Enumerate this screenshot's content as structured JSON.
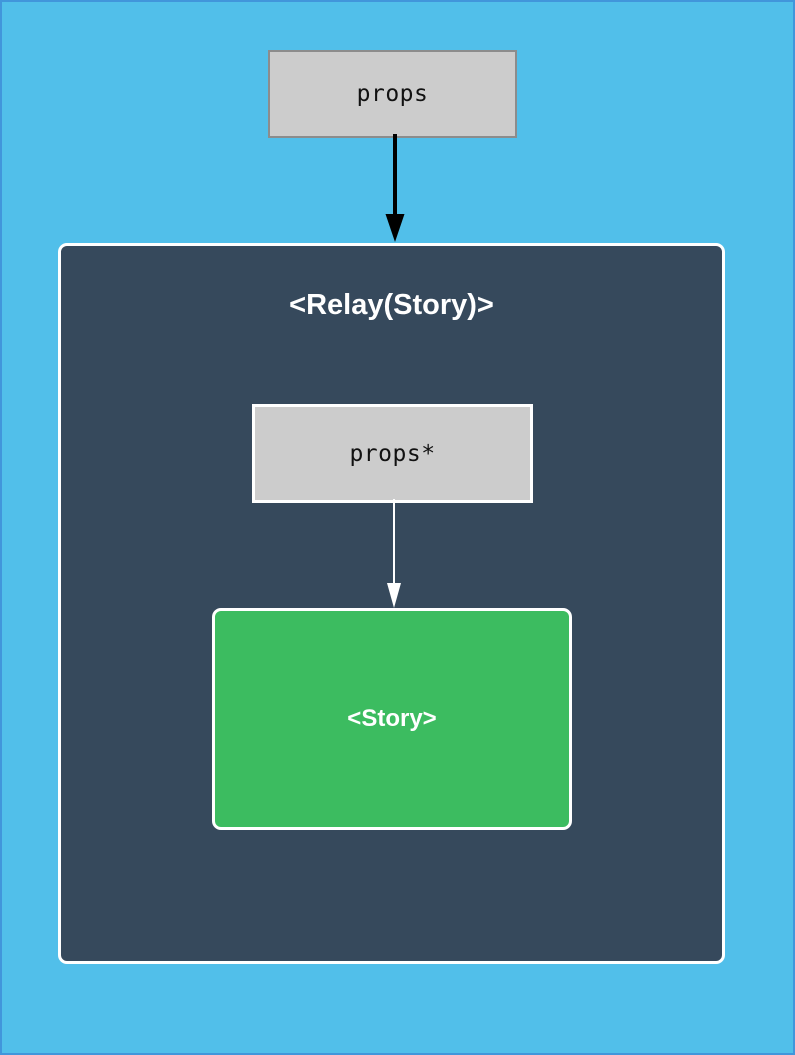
{
  "diagram": {
    "title": "Relay component composition diagram",
    "background_color": "#51bfea",
    "border_color": "#4196db"
  },
  "nodes": {
    "outer_props": {
      "label": "props",
      "kind": "data-box",
      "fill_color": "#cccccc",
      "border_color": "#8c8c8c"
    },
    "relay_container": {
      "label": "<Relay(Story)>",
      "kind": "container",
      "fill_color": "#36495c",
      "border_color": "#ffffff"
    },
    "inner_props": {
      "label": "props*",
      "kind": "data-box",
      "fill_color": "#cccccc",
      "border_color": "#ffffff"
    },
    "story": {
      "label": "<Story>",
      "kind": "component",
      "fill_color": "#3cbc60",
      "border_color": "#ffffff"
    }
  },
  "edges": [
    {
      "name": "props-to-relay",
      "from": "outer_props",
      "to": "relay_container",
      "color": "#000000",
      "style": "solid-thick",
      "arrowhead": "filled-triangle",
      "label": ""
    },
    {
      "name": "inner-props-to-story",
      "from": "inner_props",
      "to": "story",
      "color": "#ffffff",
      "style": "solid-thin",
      "arrowhead": "filled-triangle",
      "label": ""
    }
  ]
}
